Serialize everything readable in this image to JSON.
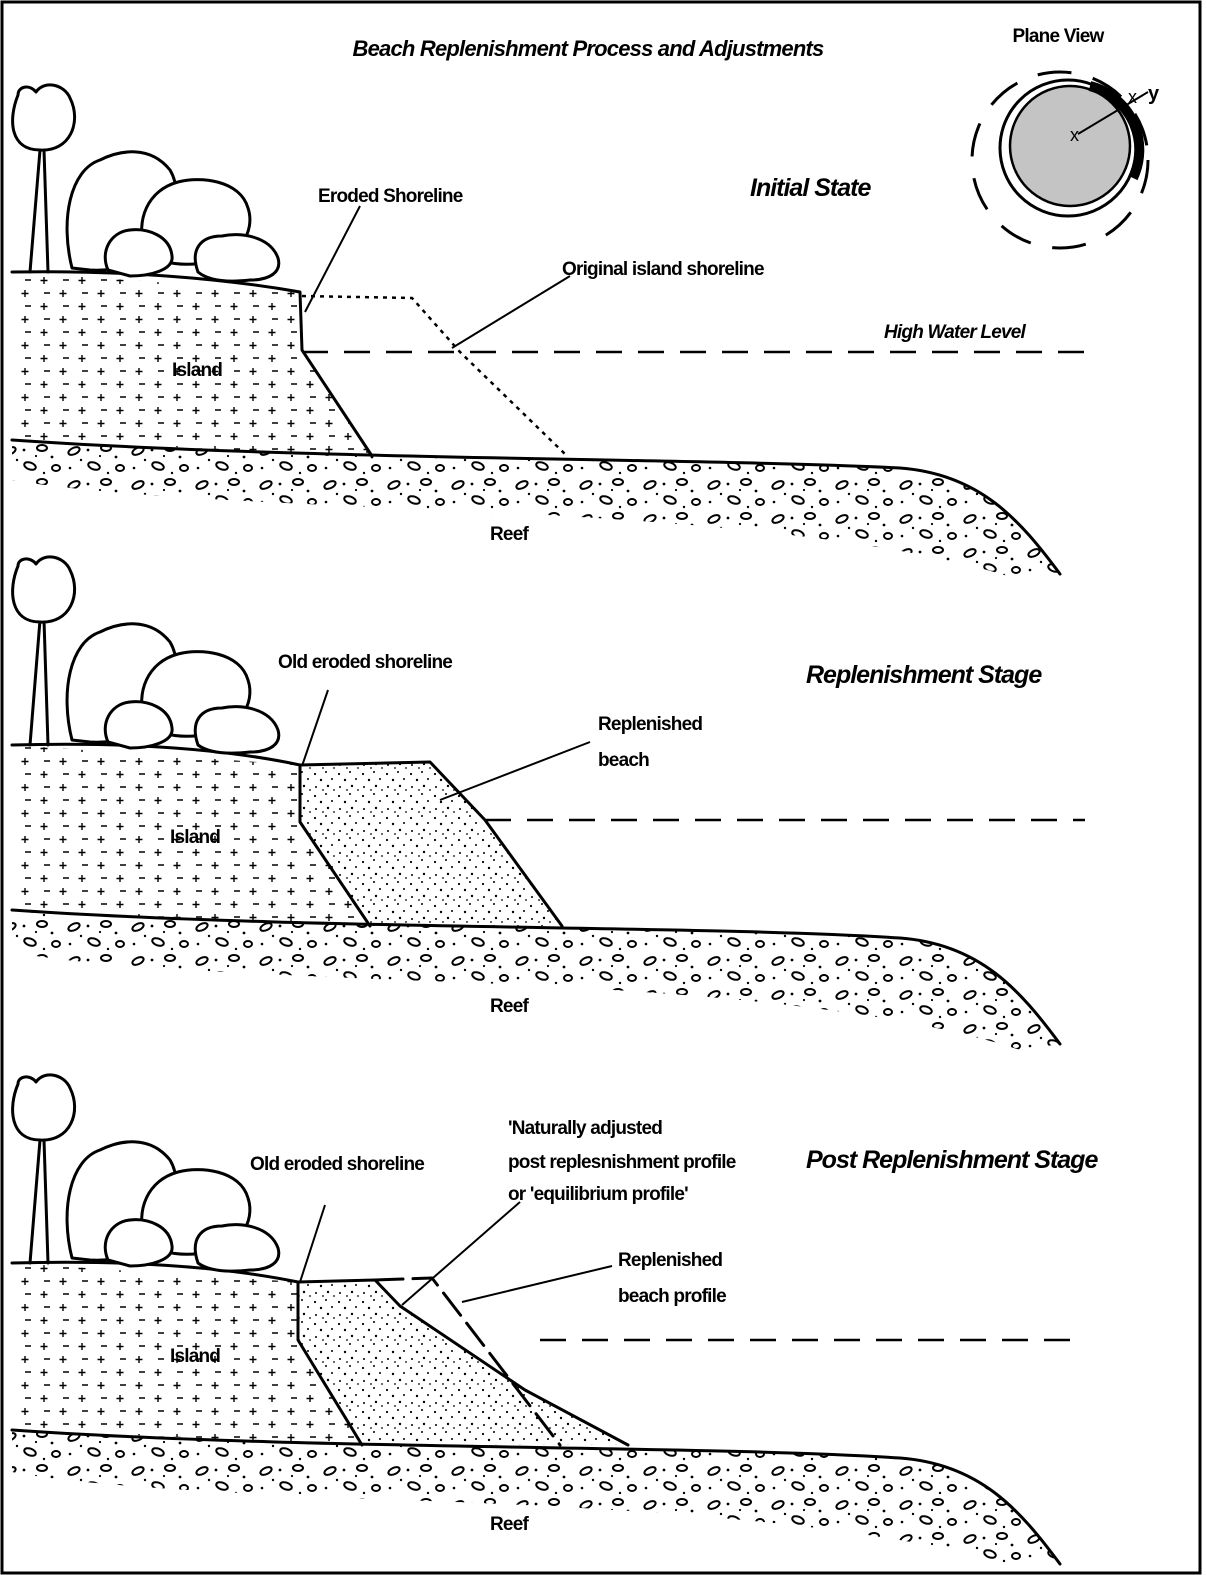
{
  "title": "Beach Replenishment Process and Adjustments",
  "plane_view": {
    "label": "Plane View",
    "x_mark": "x",
    "y_mark": "y"
  },
  "panels": [
    {
      "stage": "Initial State",
      "island_label": "Island",
      "reef_label": "Reef",
      "labels": {
        "eroded": "Eroded Shoreline",
        "original": "Original island shoreline",
        "high_water": "High Water Level"
      }
    },
    {
      "stage": "Replenishment Stage",
      "island_label": "Island",
      "reef_label": "Reef",
      "labels": {
        "old_eroded": "Old eroded shoreline",
        "replenished_1": "Replenished",
        "replenished_2": "beach"
      }
    },
    {
      "stage": "Post Replenishment Stage",
      "island_label": "Island",
      "reef_label": "Reef",
      "labels": {
        "old_eroded": "Old eroded shoreline",
        "adjusted_1": "'Naturally adjusted",
        "adjusted_2": "post replesnishment profile",
        "adjusted_3": "or 'equilibrium profile'",
        "replenished_1": "Replenished",
        "replenished_2": "beach profile"
      }
    }
  ]
}
